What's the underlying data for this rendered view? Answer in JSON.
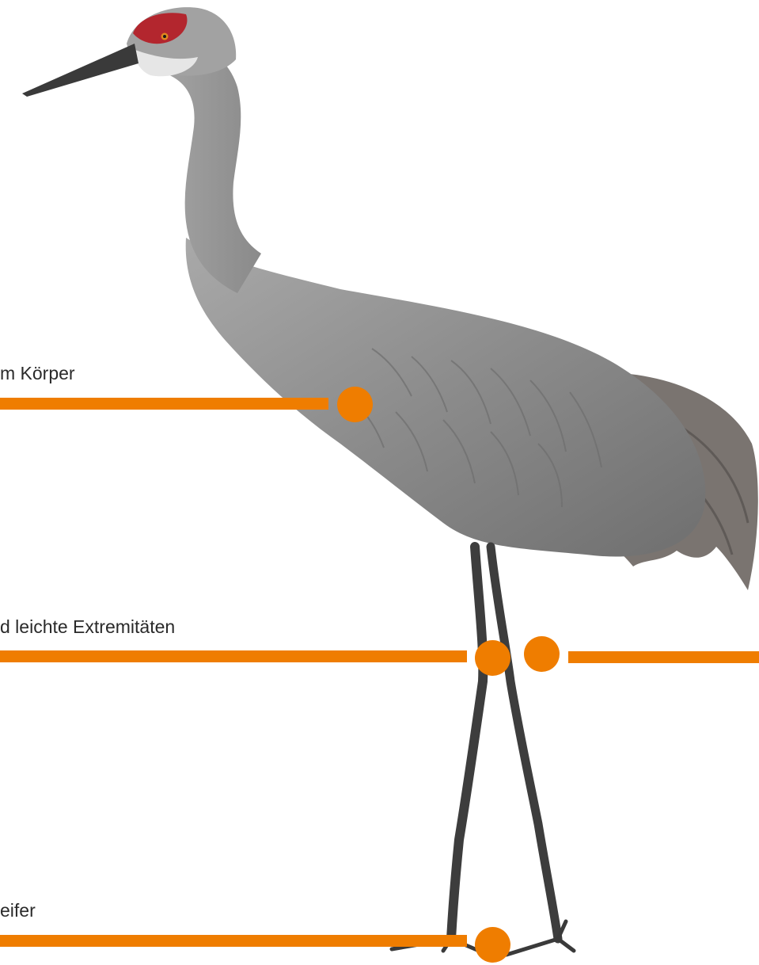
{
  "annotations": [
    {
      "id": "body",
      "text": "m Körper"
    },
    {
      "id": "extremities",
      "text": "d leichte Extremitäten"
    },
    {
      "id": "leg-right",
      "text": ""
    },
    {
      "id": "feet",
      "text": "eifer"
    }
  ],
  "colors": {
    "accent": "#ef7d00",
    "background": "#ffffff",
    "plumage": "#8f8f8f",
    "crown": "#b3262e"
  },
  "image": {
    "subject": "sandhill-crane"
  }
}
